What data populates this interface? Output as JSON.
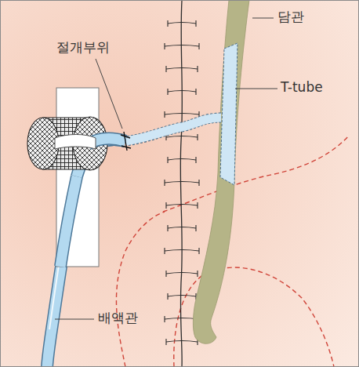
{
  "diagram": {
    "labels": [
      "담관",
      "절개부위",
      "T-tube",
      "배액관"
    ]
  }
}
